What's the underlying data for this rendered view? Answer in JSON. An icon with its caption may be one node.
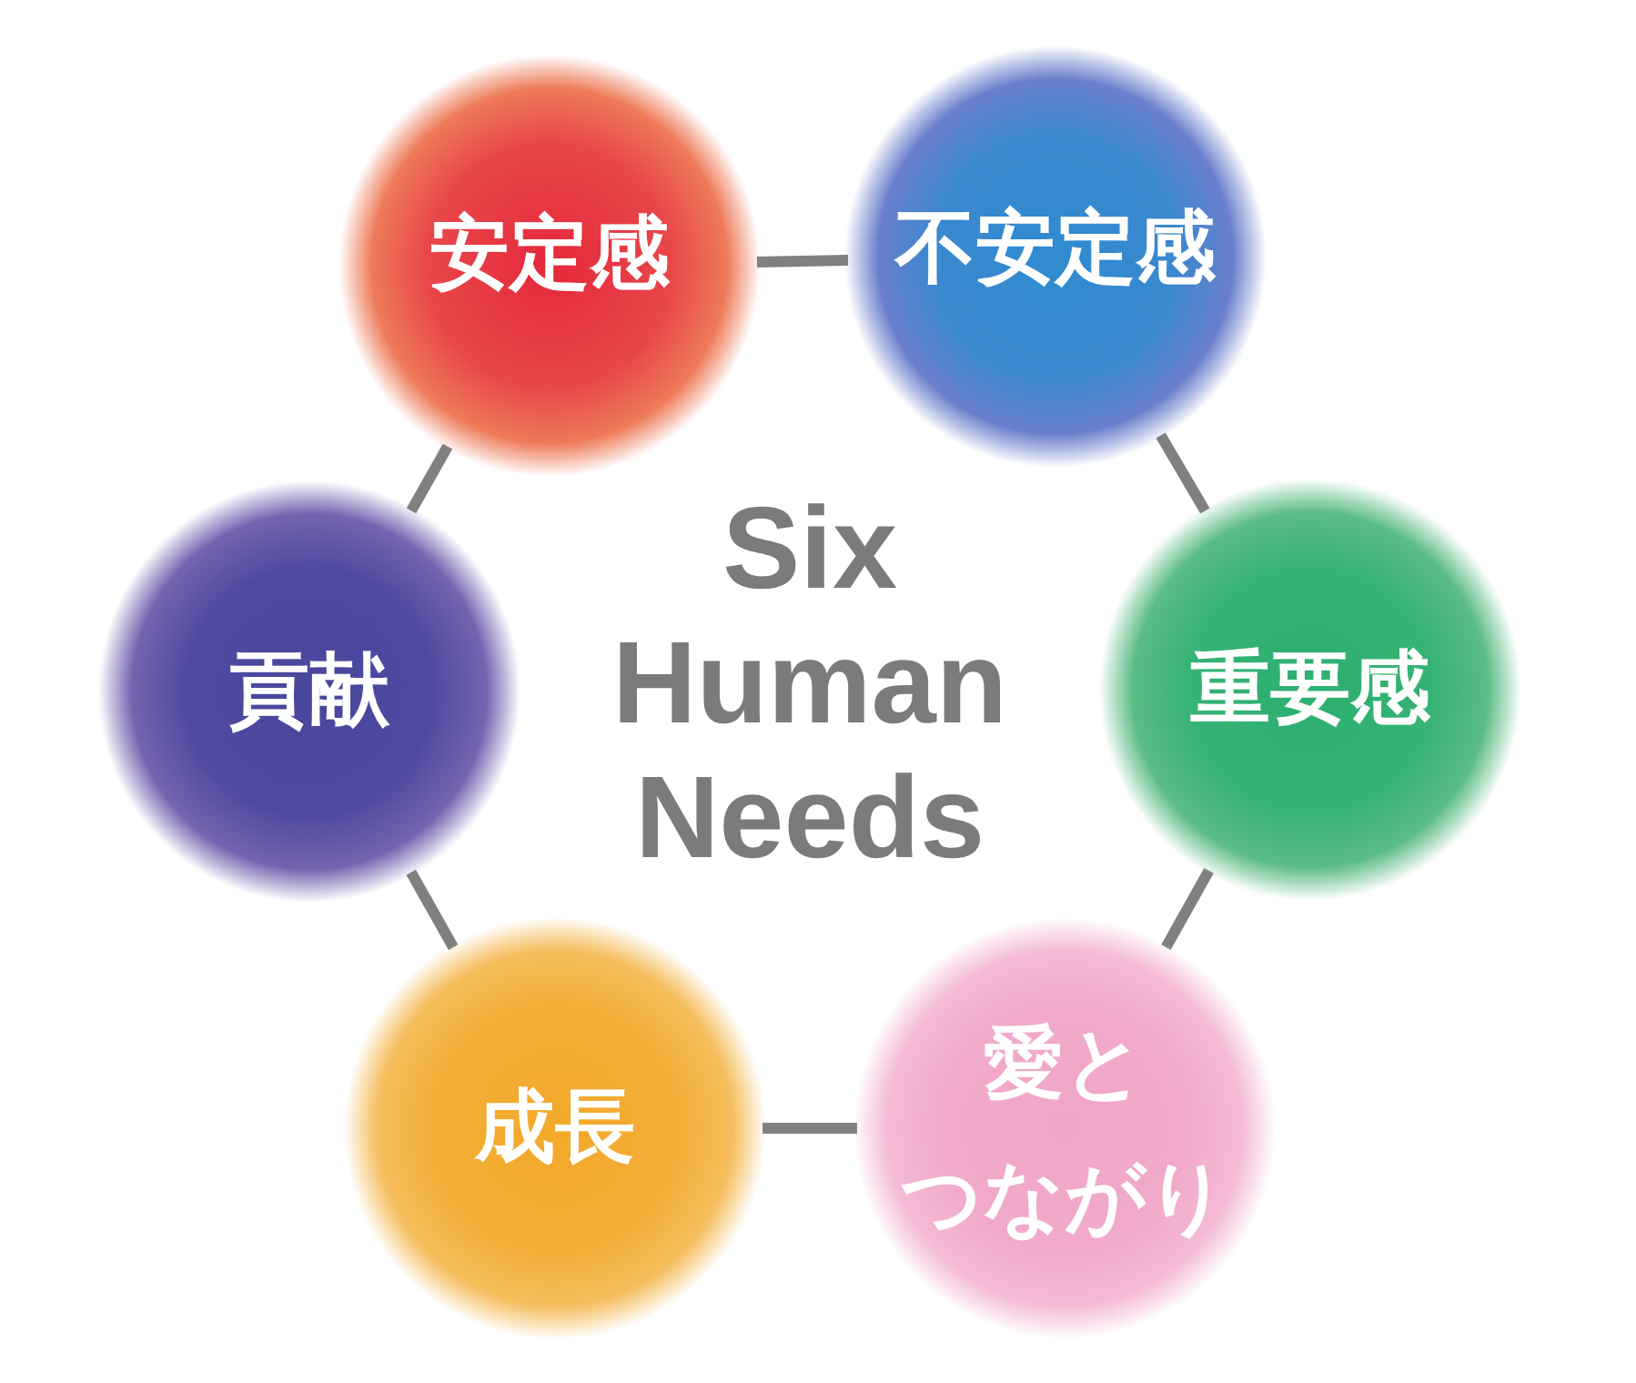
{
  "diagram": {
    "title": "Six Human Needs",
    "nodes": [
      {
        "text": [
          "安定感"
        ]
      },
      {
        "text": [
          "不安定感"
        ]
      },
      {
        "text": [
          "貢献"
        ]
      },
      {
        "text": [
          "重要感"
        ]
      },
      {
        "text": [
          "成長"
        ]
      },
      {
        "text": [
          "愛とつながり"
        ]
      }
    ],
    "edges": [
      {
        "from": 0,
        "to": 1,
        "arrow": "none"
      },
      {
        "from": 1,
        "to": 3,
        "arrow": "none"
      },
      {
        "from": 3,
        "to": 5,
        "arrow": "none"
      },
      {
        "from": 5,
        "to": 4,
        "arrow": "none"
      },
      {
        "from": 4,
        "to": 2,
        "arrow": "none"
      },
      {
        "from": 2,
        "to": 0,
        "arrow": "none"
      }
    ]
  }
}
